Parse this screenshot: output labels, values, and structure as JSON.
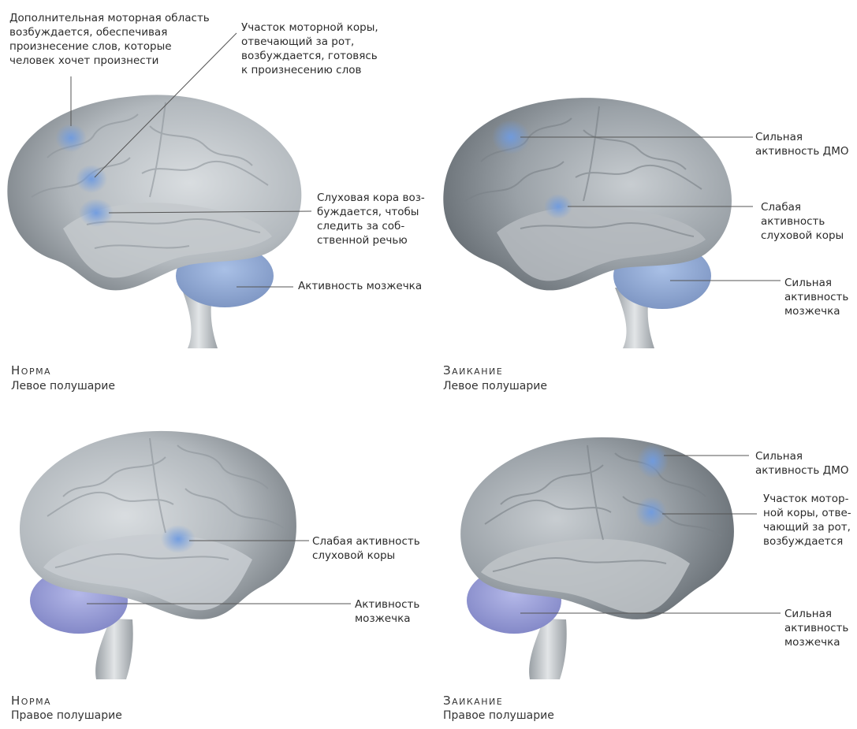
{
  "panels": [
    {
      "title": "Норма",
      "subtitle": "Левое полушарие",
      "labels": {
        "sma": "Дополнительная моторная область\nвозбуждается, обеспечивая\nпроизнесение слов, которые\nчеловек хочет произнести",
        "mouth": "Участок моторной коры,\nотвечающий за рот,\nвозбуждается, готовясь\nк произнесению слов",
        "auditory": "Слуховая кора воз-\nбуждается, чтобы\nследить за соб-\nственной речью",
        "cerebellum": "Активность мозжечка"
      }
    },
    {
      "title": "Заикание",
      "subtitle": "Левое полушарие",
      "labels": {
        "sma": "Сильная\nактивность ДМО",
        "auditory": "Слабая\nактивность\nслуховой коры",
        "cerebellum": "Сильная\nактивность\nмозжечка"
      }
    },
    {
      "title": "Норма",
      "subtitle": "Правое полушарие",
      "labels": {
        "auditory": "Слабая активность\nслуховой коры",
        "cerebellum": "Активность\nмозжечка"
      }
    },
    {
      "title": "Заикание",
      "subtitle": "Правое полушарие",
      "labels": {
        "sma": "Сильная\nактивность ДМО",
        "mouth": "Участок мотор-\nной коры, отве-\nчающий за рот,\nвозбуждается",
        "cerebellum": "Сильная\nактивность\nмозжечка"
      }
    }
  ],
  "colors": {
    "activity": "#6f9be0",
    "brain": "#b8bec4",
    "brain_dark": "#6f767c",
    "leader": "#555555"
  }
}
